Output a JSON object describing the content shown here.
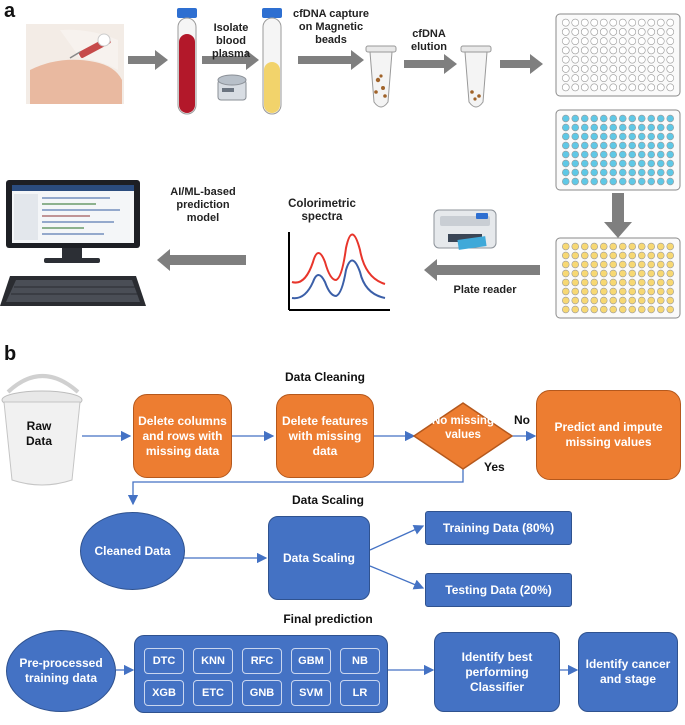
{
  "panel_a": {
    "label": "a",
    "steps": {
      "isolate": "Isolate blood plasma",
      "capture": "cfDNA capture on Magnetic beads",
      "elution": "cfDNA elution",
      "plate_reader": "Plate reader",
      "spectra": "Colorimetric spectra",
      "model": "AI/ML-based prediction model"
    }
  },
  "panel_b": {
    "label": "b",
    "data_cleaning": {
      "title": "Data Cleaning",
      "raw": "Raw Data",
      "delete_rows": "Delete columns and rows with missing data",
      "delete_features": "Delete features with missing data",
      "decision": "No missing values",
      "no": "No",
      "yes": "Yes",
      "impute": "Predict and impute missing values"
    },
    "data_scaling": {
      "title": "Data Scaling",
      "cleaned": "Cleaned Data",
      "scaling": "Data Scaling",
      "training": "Training Data (80%)",
      "testing": "Testing Data (20%)"
    },
    "final_prediction": {
      "title": "Final prediction",
      "preprocessed": "Pre-processed training data",
      "classifiers_row1": [
        "DTC",
        "KNN",
        "RFC",
        "GBM",
        "NB"
      ],
      "classifiers_row2": [
        "XGB",
        "ETC",
        "GNB",
        "SVM",
        "LR"
      ],
      "best": "Identify best performing Classifier",
      "identify": "Identify cancer and stage"
    }
  },
  "colors": {
    "orange": "#ed7d31",
    "blue": "#4472c4",
    "arrow_grey": "#7f7f7f",
    "blood_red": "#b3182a",
    "plasma_yellow": "#f2d36b",
    "well_cyan": "#5fc8e6",
    "well_yellow": "#f7d873",
    "spectrum_red": "#e8352b",
    "spectrum_blue": "#3b5fa8"
  }
}
